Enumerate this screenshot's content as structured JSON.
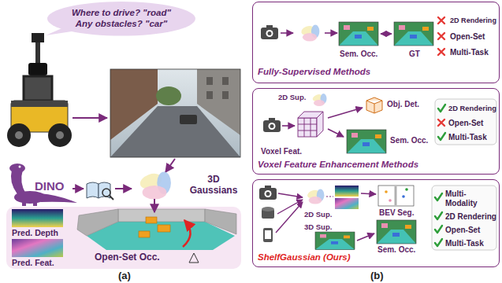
{
  "diagram": {
    "nodes": [
      {
        "text": [
          "Where to drive? \"road\"",
          "Any obstacles? \"car\""
        ]
      },
      {
        "text": [
          "Sem. Occ.",
          "GT",
          "2D Rendering",
          "Open-Set",
          "Multi-Task",
          "Fully-Supervised Methods"
        ]
      },
      {
        "text": [
          "2D Sup.",
          "Voxel Feat.",
          "Obj. Det.",
          "Sem. Occ.",
          "2D Rendering",
          "Open-Set",
          "Multi-Task",
          "Voxel Feature Enhancement Methods"
        ]
      },
      {
        "text": [
          "2D Sup.",
          "3D Sup.",
          "BEV Seg.",
          "Sem. Occ.",
          "Multi-Modality",
          "2D Rendering",
          "Open-Set",
          "Multi-Task",
          "ShelfGaussian (Ours)"
        ]
      }
    ],
    "labels": [
      "DINO",
      "3D Gaussians",
      "Pred. Depth",
      "Pred. Feat.",
      "Open-Set Occ.",
      "(a)",
      "(b)"
    ]
  }
}
